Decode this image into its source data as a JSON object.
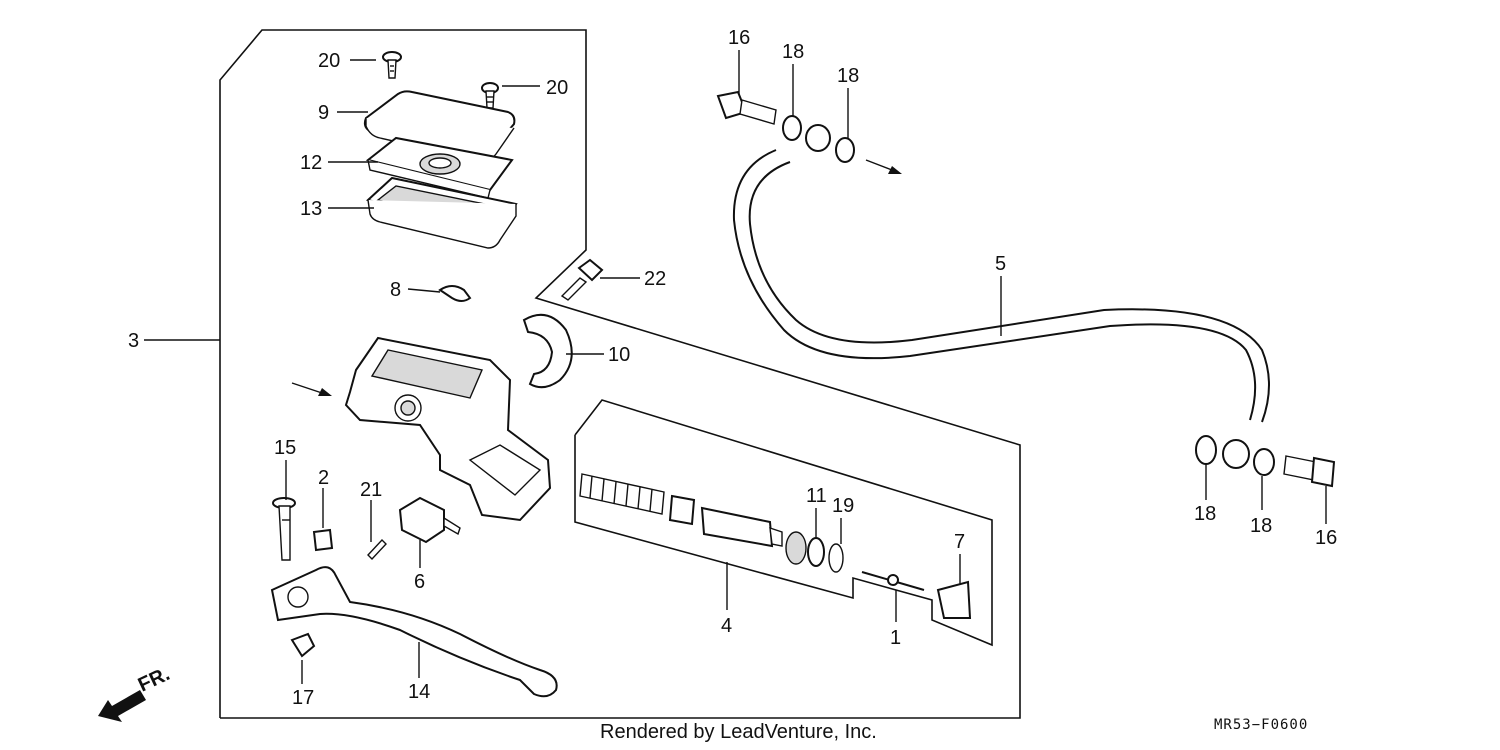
{
  "diagram": {
    "callouts": {
      "c1": "1",
      "c2": "2",
      "c3": "3",
      "c4": "4",
      "c5": "5",
      "c6": "6",
      "c7": "7",
      "c8": "8",
      "c9": "9",
      "c10": "10",
      "c11": "11",
      "c12": "12",
      "c13": "13",
      "c14": "14",
      "c15": "15",
      "c16a": "16",
      "c16b": "16",
      "c17": "17",
      "c18a": "18",
      "c18b": "18",
      "c18c": "18",
      "c18d": "18",
      "c19": "19",
      "c20a": "20",
      "c20b": "20",
      "c21": "21",
      "c22": "22"
    },
    "direction_label": "FR.",
    "footer": "Rendered by LeadVenture, Inc.",
    "drawing_code": "MR53−F0600"
  }
}
